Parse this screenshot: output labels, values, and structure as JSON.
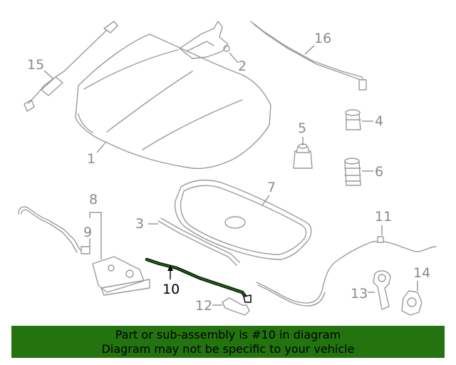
{
  "callouts": {
    "c1": "1",
    "c2": "2",
    "c3": "3",
    "c4": "4",
    "c5": "5",
    "c6": "6",
    "c7": "7",
    "c8": "8",
    "c9": "9",
    "c10": "10",
    "c11": "11",
    "c12": "12",
    "c13": "13",
    "c14": "14",
    "c15": "15",
    "c16": "16"
  },
  "highlighted_part": "10",
  "colors": {
    "highlight_part": "#1f6e12",
    "banner_bg": "#23740f",
    "line_art": "#9a9a9a"
  },
  "banner": {
    "line1": "Part or sub-assembly is #10 in diagram",
    "line2": "Diagram may not be specific to your vehicle"
  }
}
